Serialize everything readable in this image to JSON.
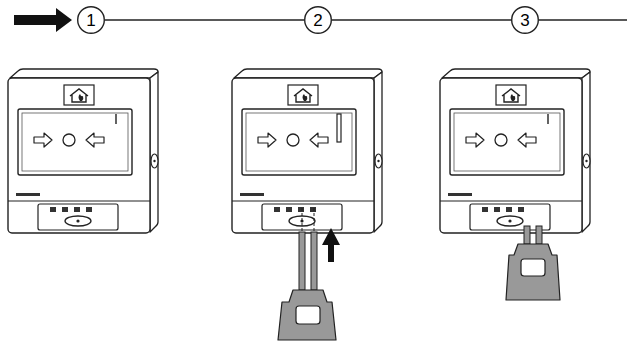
{
  "diagram": {
    "nodes": [
      {
        "text": [
          "1"
        ]
      },
      {
        "text": [
          "2"
        ]
      },
      {
        "text": [
          "3"
        ]
      }
    ],
    "edges": [
      {
        "from": 0,
        "to": 1,
        "arrow": "none"
      },
      {
        "from": 1,
        "to": 2,
        "arrow": "none"
      }
    ]
  }
}
